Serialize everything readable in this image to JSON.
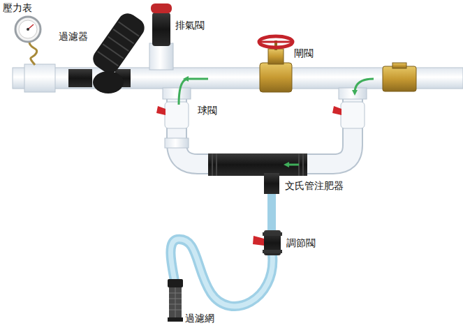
{
  "diagram": {
    "labels": [
      "壓力表",
      "過濾器",
      "排氣閥",
      "閘閥",
      "球閥",
      "文氏管注肥器",
      "調節閥",
      "過濾網"
    ]
  }
}
